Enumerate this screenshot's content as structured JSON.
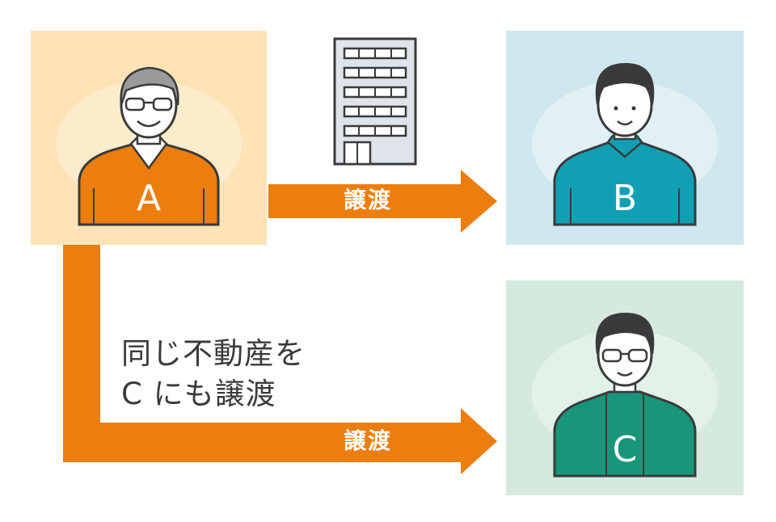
{
  "persons": {
    "a": {
      "letter": "A",
      "sweater_color": "#ec7d0f",
      "panel_color": "#fde3b6"
    },
    "b": {
      "letter": "B",
      "sweater_color": "#11a0b3",
      "panel_color": "#cfe8ef"
    },
    "c": {
      "letter": "C",
      "sweater_color": "#17967a",
      "panel_color": "#d5eadc"
    }
  },
  "arrows": {
    "to_b": {
      "label": "譲渡"
    },
    "to_c": {
      "label": "譲渡"
    },
    "color": "#ec7d0f"
  },
  "note": {
    "line1": "同じ不動産を",
    "line2": "C にも譲渡"
  },
  "icons": {
    "building": "building-icon"
  }
}
